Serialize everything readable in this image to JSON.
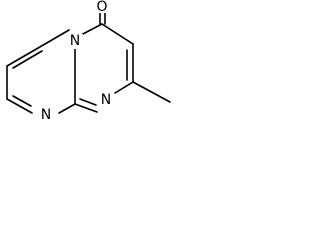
{
  "molecule": {
    "atoms": {
      "carbonyl_oxygen": "O",
      "bridgehead_nitrogen": "N",
      "ring_nitrogen_left": "N",
      "ring_nitrogen_right": "N"
    },
    "colors": {
      "bond": "#000000",
      "label": "#000000",
      "background": "#ffffff"
    }
  }
}
